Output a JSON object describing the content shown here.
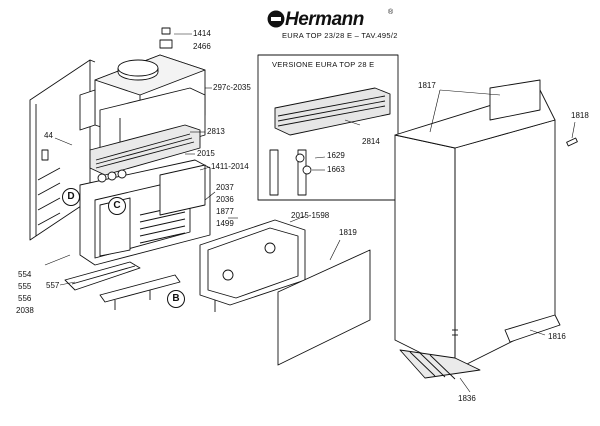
{
  "header": {
    "brand": "Hermann",
    "brand_mark": "®",
    "subtitle": "EURA TOP 23/28 E – TAV.495/2"
  },
  "inset": {
    "title": "VERSIONE EURA TOP 28 E",
    "parts": [
      "2814",
      "1629",
      "1663"
    ]
  },
  "callouts": {
    "p1414": "1414",
    "p2466": "2466",
    "p297c": "297c-2035",
    "p44": "44",
    "p2813": "2813",
    "p2015": "2015",
    "p1411": "1411-2014",
    "p2037": "2037",
    "p2036": "2036",
    "p1877": "1877",
    "p1499": "1499",
    "p2015_1598": "2015-1598",
    "p1819": "1819",
    "p554": "554",
    "p555": "555",
    "p556": "556",
    "p2038": "2038",
    "p557": "557",
    "p1817": "1817",
    "p1818": "1818",
    "p1816": "1816",
    "p1836": "1836"
  },
  "detail_markers": [
    "D",
    "C",
    "B"
  ]
}
